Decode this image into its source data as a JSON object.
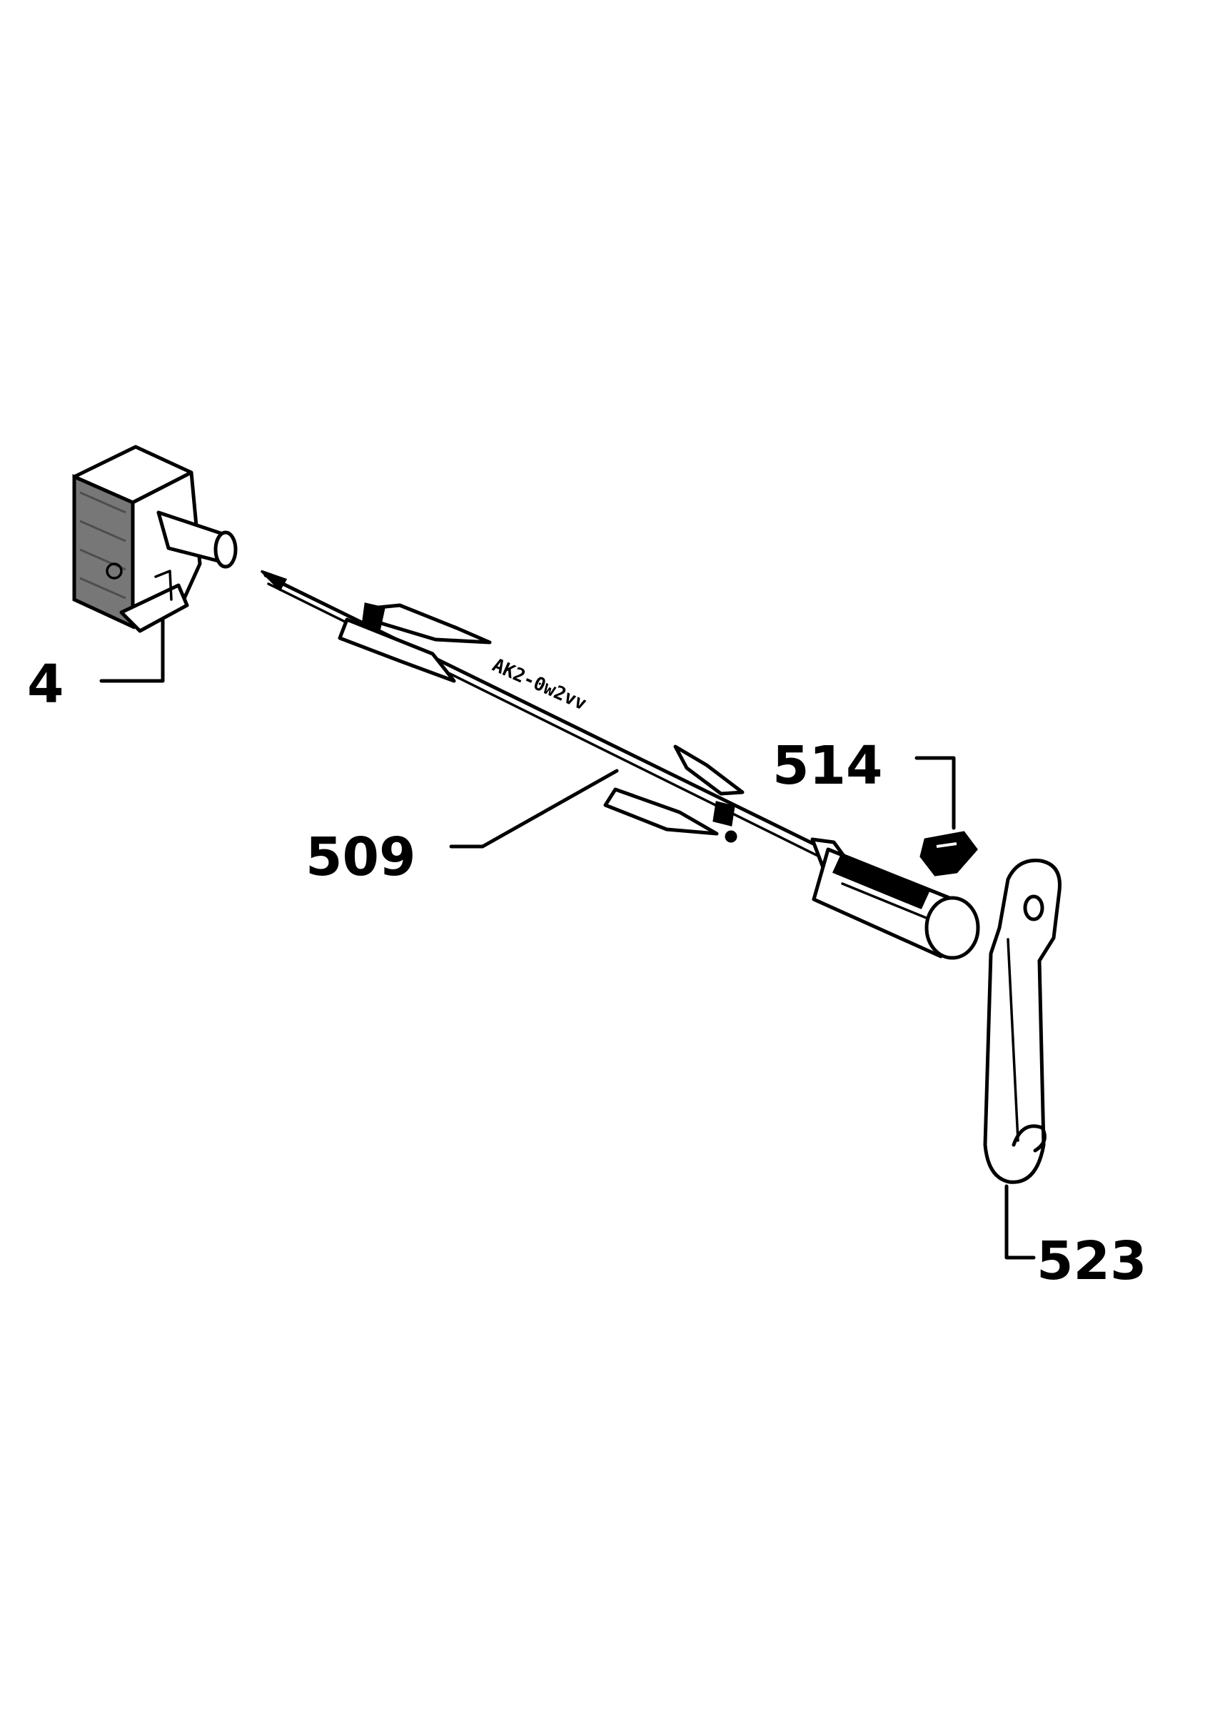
{
  "parts": {
    "switch": {
      "label": "4"
    },
    "spit": {
      "label": "509",
      "stamp": "AK2-0w2vv"
    },
    "nut": {
      "label": "514"
    },
    "handle_crank": {
      "label": "523"
    }
  },
  "colors": {
    "ink": "#000000",
    "paper": "#ffffff"
  }
}
